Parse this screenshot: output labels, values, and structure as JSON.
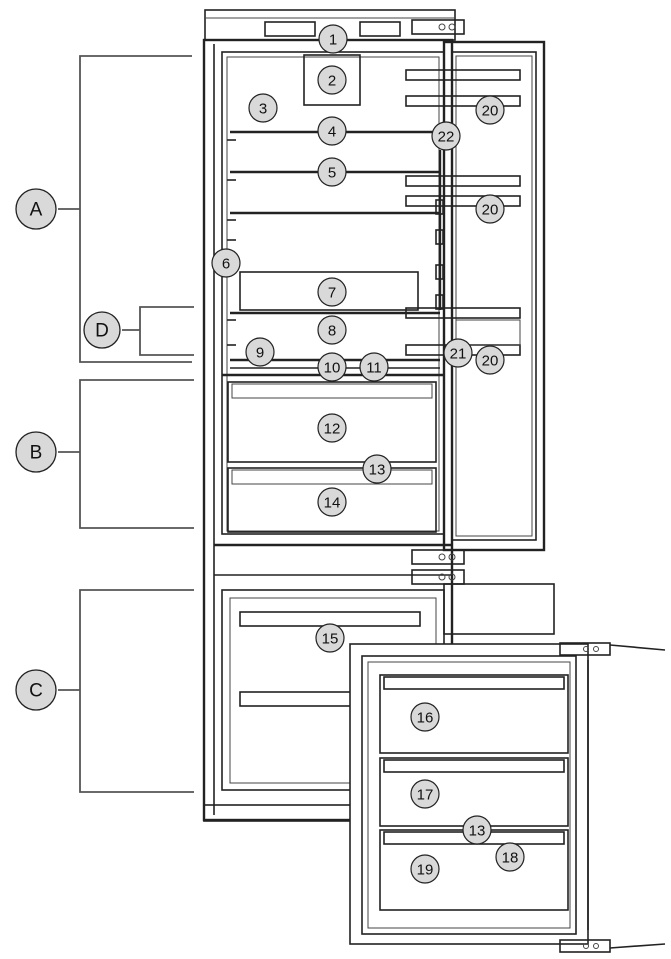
{
  "sections": [
    {
      "id": "A",
      "label": "A"
    },
    {
      "id": "B",
      "label": "B"
    },
    {
      "id": "C",
      "label": "C"
    },
    {
      "id": "D",
      "label": "D"
    }
  ],
  "callouts": [
    {
      "id": "c1",
      "label": "1"
    },
    {
      "id": "c2",
      "label": "2"
    },
    {
      "id": "c3",
      "label": "3"
    },
    {
      "id": "c4",
      "label": "4"
    },
    {
      "id": "c5",
      "label": "5"
    },
    {
      "id": "c6",
      "label": "6"
    },
    {
      "id": "c7",
      "label": "7"
    },
    {
      "id": "c8",
      "label": "8"
    },
    {
      "id": "c9",
      "label": "9"
    },
    {
      "id": "c10",
      "label": "10"
    },
    {
      "id": "c11",
      "label": "11"
    },
    {
      "id": "c12",
      "label": "12"
    },
    {
      "id": "c13a",
      "label": "13"
    },
    {
      "id": "c14",
      "label": "14"
    },
    {
      "id": "c15",
      "label": "15"
    },
    {
      "id": "c16",
      "label": "16"
    },
    {
      "id": "c17",
      "label": "17"
    },
    {
      "id": "c13b",
      "label": "13"
    },
    {
      "id": "c18",
      "label": "18"
    },
    {
      "id": "c19",
      "label": "19"
    },
    {
      "id": "c20a",
      "label": "20"
    },
    {
      "id": "c20b",
      "label": "20"
    },
    {
      "id": "c20c",
      "label": "20"
    },
    {
      "id": "c21",
      "label": "21"
    },
    {
      "id": "c22",
      "label": "22"
    }
  ]
}
